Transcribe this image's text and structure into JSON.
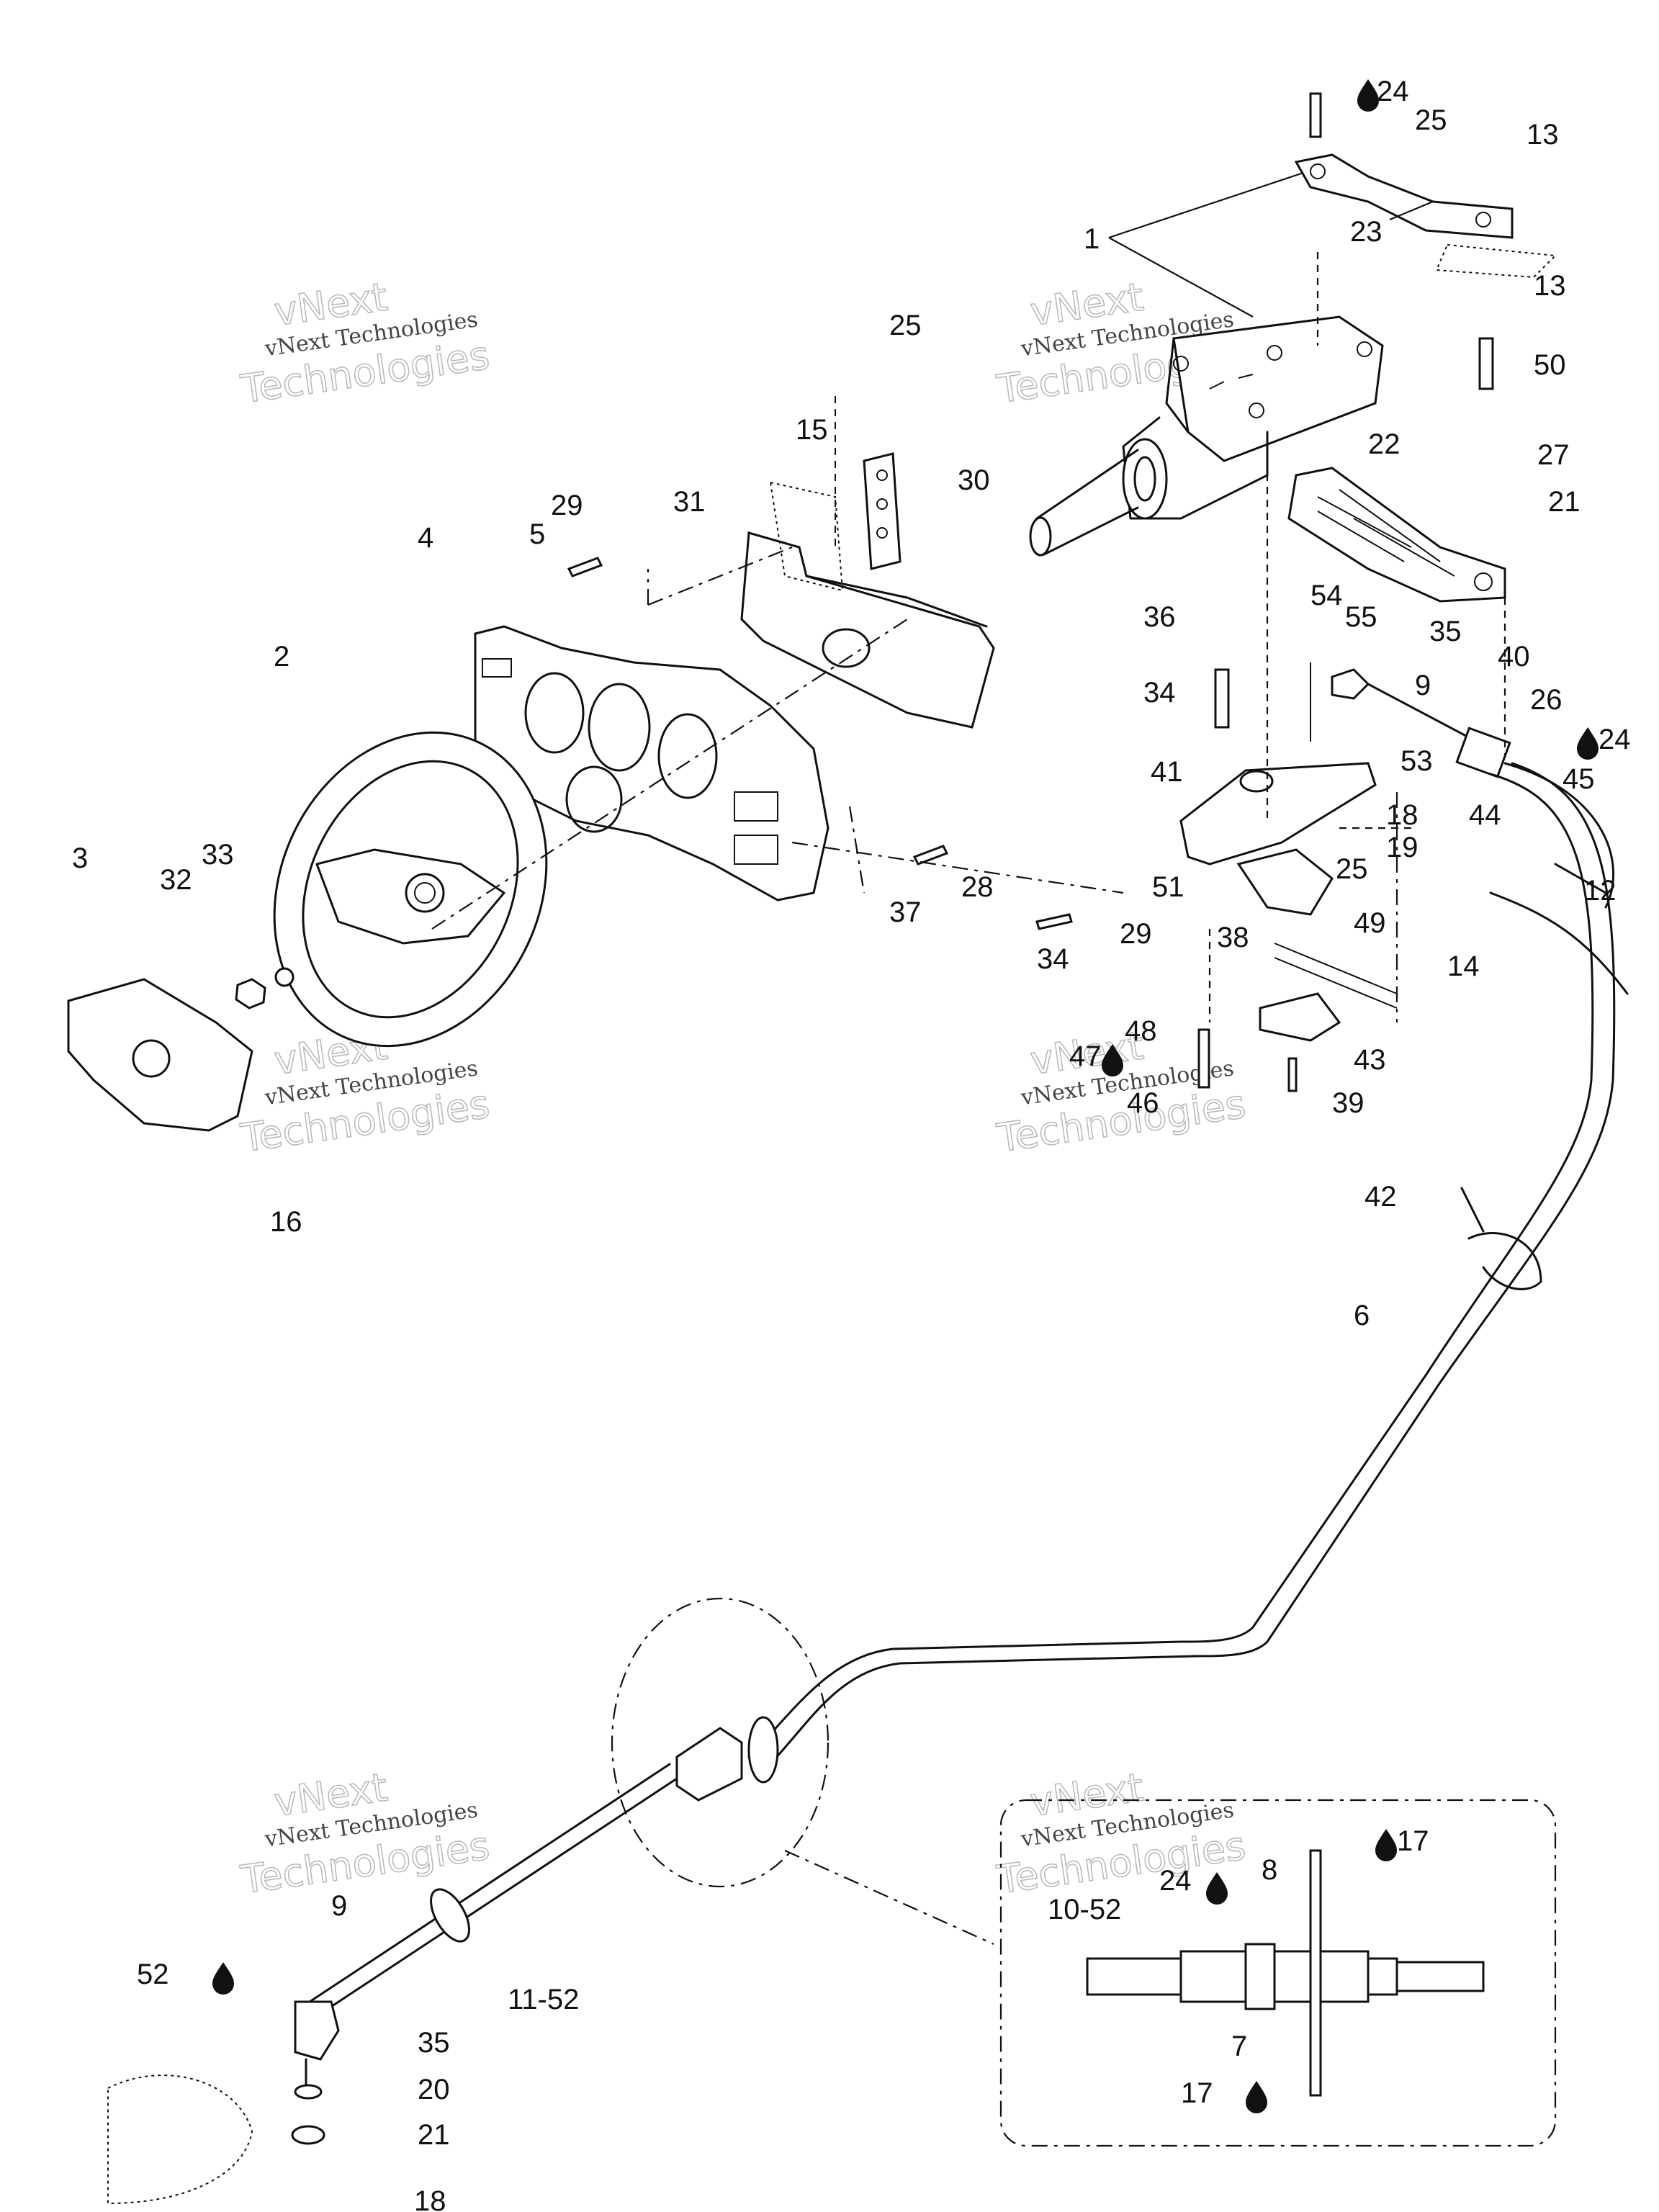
{
  "watermark": {
    "line1": "vNext",
    "line2": "vNext Technologies",
    "line3": "Technologies"
  },
  "callouts": {
    "c1": "1",
    "c2": "2",
    "c3": "3",
    "c4": "4",
    "c5": "5",
    "c6": "6",
    "c7": "7",
    "c8": "8",
    "c9a": "9",
    "c9b": "9",
    "c10_52": "10-52",
    "c11_52": "11-52",
    "c12": "12",
    "c13a": "13",
    "c13b": "13",
    "c14": "14",
    "c15": "15",
    "c16": "16",
    "c17a": "17",
    "c17b": "17",
    "c18a": "18",
    "c18b": "18",
    "c19": "19",
    "c20": "20",
    "c21a": "21",
    "c21b": "21",
    "c22": "22",
    "c23": "23",
    "c24a": "24",
    "c24b": "24",
    "c24c": "24",
    "c25a": "25",
    "c25b": "25",
    "c25c": "25",
    "c26": "26",
    "c27": "27",
    "c28": "28",
    "c29a": "29",
    "c29b": "29",
    "c30": "30",
    "c31": "31",
    "c32": "32",
    "c33": "33",
    "c34a": "34",
    "c34b": "34",
    "c35a": "35",
    "c35b": "35",
    "c36": "36",
    "c37": "37",
    "c38": "38",
    "c39": "39",
    "c40": "40",
    "c41": "41",
    "c42": "42",
    "c43": "43",
    "c44": "44",
    "c45": "45",
    "c46": "46",
    "c47": "47",
    "c48": "48",
    "c49": "49",
    "c50": "50",
    "c51": "51",
    "c52": "52",
    "c53": "53",
    "c54": "54",
    "c55": "55"
  },
  "icons": {
    "lubricant": "lubricant-drop-icon",
    "logo": "brand-emblem-icon"
  }
}
